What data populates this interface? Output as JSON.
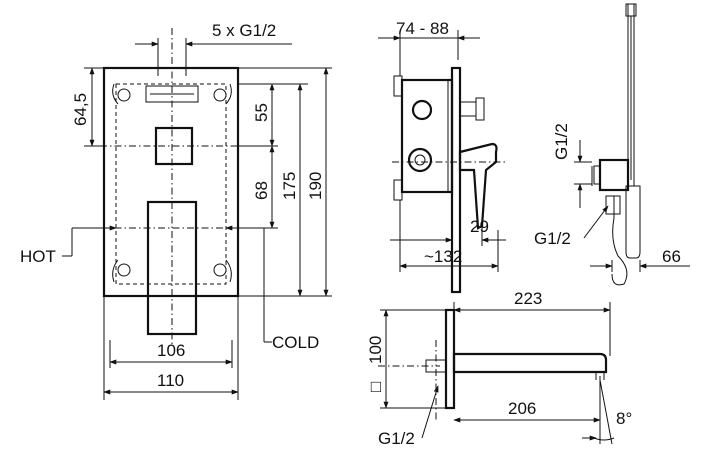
{
  "front_view": {
    "dim_top": "5 x G1/2",
    "dim_left_64": "64,5",
    "dim_55": "55",
    "dim_68": "68",
    "dim_175": "175",
    "dim_190": "190",
    "dim_106": "106",
    "dim_110": "110",
    "label_hot": "HOT",
    "label_cold": "COLD"
  },
  "side_view": {
    "dim_depth_range": "74 - 88",
    "dim_29": "29",
    "dim_132": "~132"
  },
  "shower_view": {
    "dim_g12_top": "G1/2",
    "dim_g12_bottom": "G1/2",
    "dim_66": "66"
  },
  "spout_view": {
    "dim_223": "223",
    "dim_100": "100",
    "square_symbol": "□",
    "dim_206": "206",
    "dim_angle": "8°",
    "dim_g12": "G1/2"
  }
}
